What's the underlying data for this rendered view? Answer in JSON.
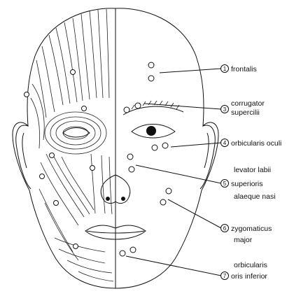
{
  "labels": [
    {
      "num": "1",
      "lines": [
        "frontalis"
      ]
    },
    {
      "num": "3",
      "lines": [
        "corrugator",
        "supercilii"
      ]
    },
    {
      "num": "4",
      "lines": [
        "orbicularis oculi"
      ]
    },
    {
      "num": "5",
      "lines": [
        "levator labii",
        "superioris",
        "alaeque nasi"
      ]
    },
    {
      "num": "6",
      "lines": [
        "zygomaticus",
        "major"
      ]
    },
    {
      "num": "7",
      "lines": [
        "orbicularis",
        "oris inferior"
      ]
    }
  ]
}
